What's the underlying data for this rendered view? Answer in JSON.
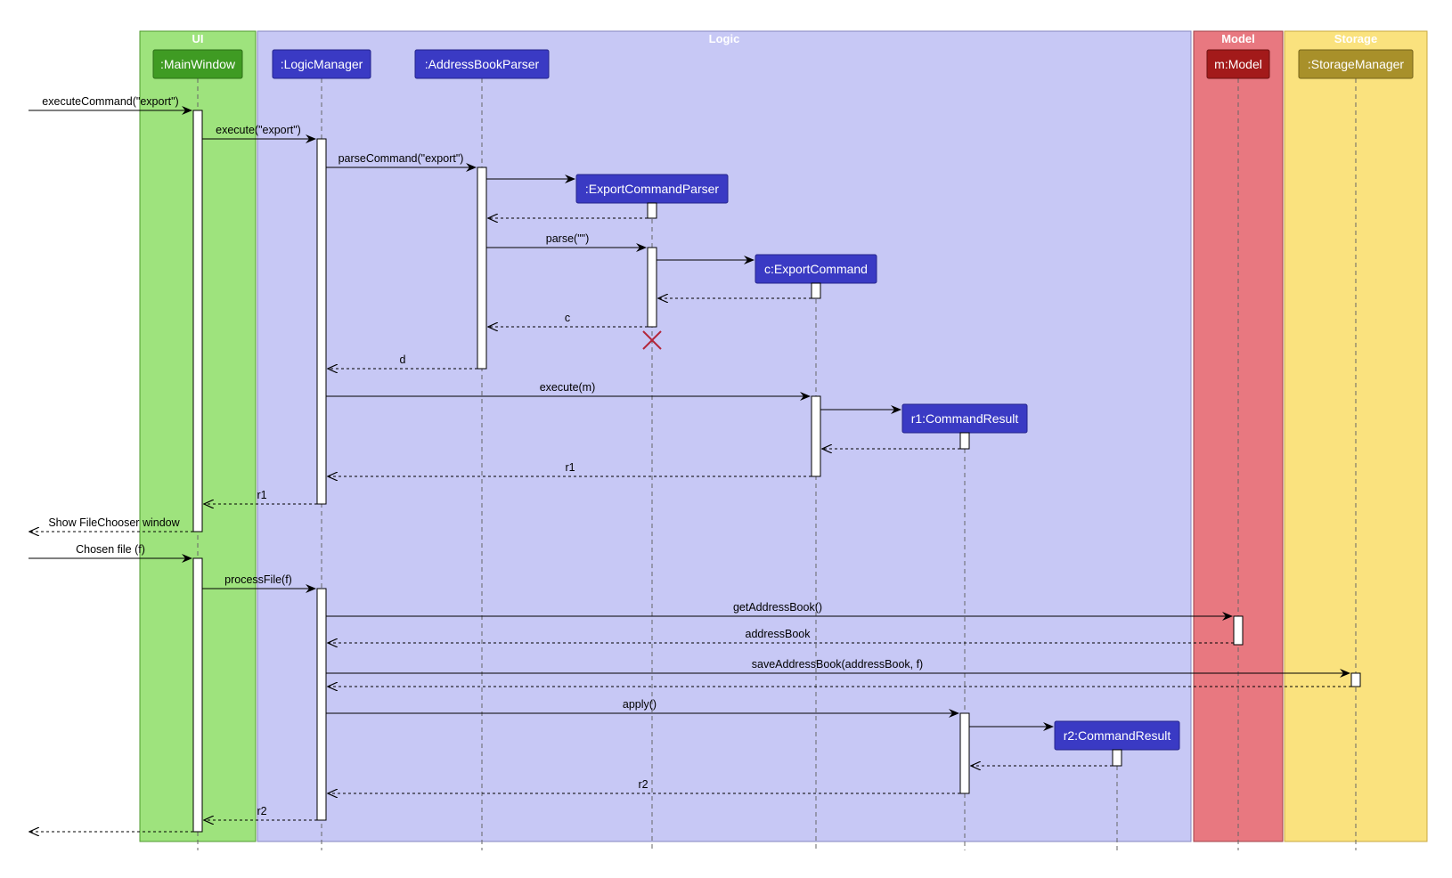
{
  "groups": [
    {
      "id": "ui",
      "title": "UI",
      "color": "#9ee37d",
      "border": "#4f9a2f"
    },
    {
      "id": "logic",
      "title": "Logic",
      "color": "#c7c8f5",
      "border": "#8686c0"
    },
    {
      "id": "model",
      "title": "Model",
      "color": "#e87880",
      "border": "#a04048"
    },
    {
      "id": "storage",
      "title": "Storage",
      "color": "#fae27e",
      "border": "#c8a840"
    }
  ],
  "participants": [
    {
      "id": "mainwindow",
      "label": ":MainWindow",
      "color": "#3f9b23",
      "group": "ui"
    },
    {
      "id": "logicmanager",
      "label": ":LogicManager",
      "color": "#3a3ac4",
      "group": "logic"
    },
    {
      "id": "parser",
      "label": ":AddressBookParser",
      "color": "#3a3ac4",
      "group": "logic"
    },
    {
      "id": "ecp",
      "label": ":ExportCommandParser",
      "color": "#3a3ac4",
      "group": "logic"
    },
    {
      "id": "ec",
      "label": "c:ExportCommand",
      "color": "#3a3ac4",
      "group": "logic"
    },
    {
      "id": "r1",
      "label": "r1:CommandResult",
      "color": "#3a3ac4",
      "group": "logic"
    },
    {
      "id": "r2",
      "label": "r2:CommandResult",
      "color": "#3a3ac4",
      "group": "logic"
    },
    {
      "id": "model",
      "label": "m:Model",
      "color": "#a31a1a",
      "group": "model"
    },
    {
      "id": "storage",
      "label": ":StorageManager",
      "color": "#a8902a",
      "group": "storage"
    }
  ],
  "messages": [
    {
      "label": "executeCommand(\"export\")"
    },
    {
      "label": "execute(\"export\")"
    },
    {
      "label": "parseCommand(\"export\")"
    },
    {
      "label": ""
    },
    {
      "label": ""
    },
    {
      "label": "parse(\"\")"
    },
    {
      "label": ""
    },
    {
      "label": ""
    },
    {
      "label": "c"
    },
    {
      "label": "d"
    },
    {
      "label": "execute(m)"
    },
    {
      "label": ""
    },
    {
      "label": ""
    },
    {
      "label": "r1"
    },
    {
      "label": "r1"
    },
    {
      "label": "Show FileChooser window"
    },
    {
      "label": "Chosen file (f)"
    },
    {
      "label": "processFile(f)"
    },
    {
      "label": "getAddressBook()"
    },
    {
      "label": "addressBook"
    },
    {
      "label": "saveAddressBook(addressBook, f)"
    },
    {
      "label": ""
    },
    {
      "label": "apply()"
    },
    {
      "label": ""
    },
    {
      "label": ""
    },
    {
      "label": "r2"
    },
    {
      "label": "r2"
    },
    {
      "label": ""
    }
  ]
}
